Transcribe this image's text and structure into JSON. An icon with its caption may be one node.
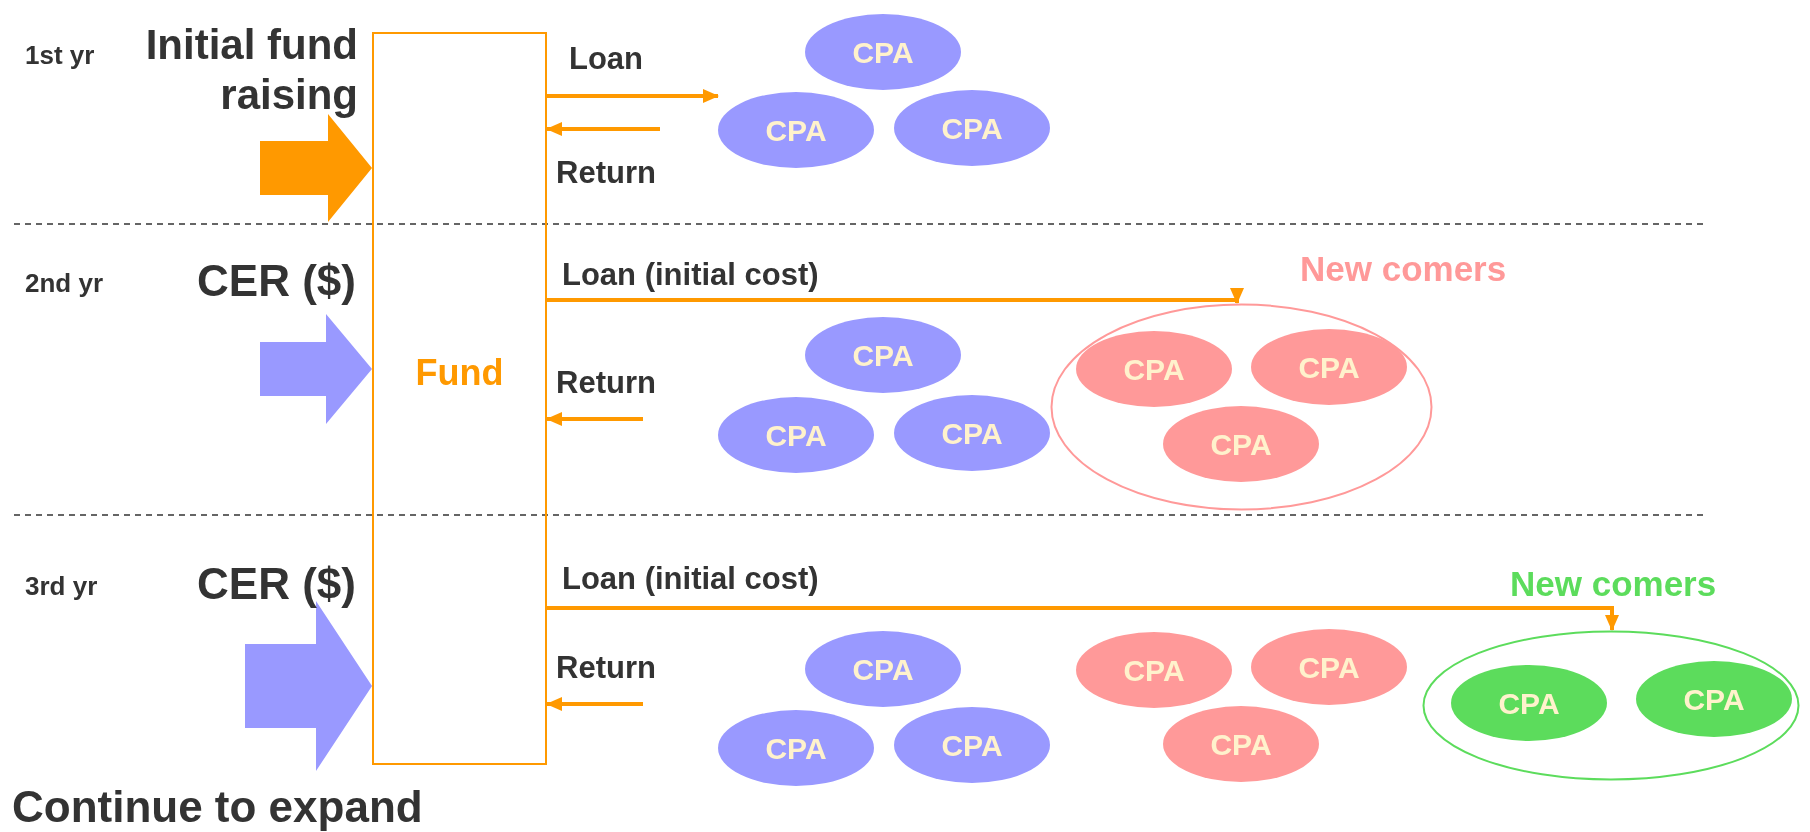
{
  "diagram": {
    "nodes": [
      {
        "text": [
          "Fund"
        ]
      },
      {
        "text": [
          "CPA"
        ]
      },
      {
        "text": [
          "CPA"
        ]
      },
      {
        "text": [
          "CPA"
        ]
      },
      {
        "text": [
          "CPA"
        ]
      },
      {
        "text": [
          "CPA"
        ]
      },
      {
        "text": [
          "CPA"
        ]
      },
      {
        "text": [
          "New comers"
        ]
      },
      {
        "text": [
          "CPA"
        ],
        "in": 7
      },
      {
        "text": [
          "CPA"
        ],
        "in": 7
      },
      {
        "text": [
          "CPA"
        ],
        "in": 7
      },
      {
        "text": [
          "CPA"
        ]
      },
      {
        "text": [
          "CPA"
        ]
      },
      {
        "text": [
          "CPA"
        ]
      },
      {
        "text": [
          "CPA"
        ]
      },
      {
        "text": [
          "CPA"
        ]
      },
      {
        "text": [
          "CPA"
        ]
      },
      {
        "text": [
          "New comers"
        ]
      },
      {
        "text": [
          "CPA"
        ],
        "in": 17
      },
      {
        "text": [
          "CPA"
        ],
        "in": 17
      }
    ],
    "edges": [
      {
        "from": null,
        "to": 0,
        "arrow": "to",
        "style": "thick",
        "label": "Initial fund raising"
      },
      {
        "from": 0,
        "to": 2,
        "arrow": "to",
        "label": "Loan"
      },
      {
        "from": null,
        "to": 0,
        "arrow": "to",
        "label": "Return"
      },
      {
        "from": null,
        "to": 0,
        "arrow": "to",
        "style": "thick",
        "color": "#9999ff",
        "label": "CER ($)"
      },
      {
        "from": 0,
        "to": 7,
        "arrow": "to",
        "label": "Loan (initial cost)"
      },
      {
        "from": null,
        "to": 0,
        "arrow": "to",
        "label": "Return"
      },
      {
        "from": null,
        "to": 0,
        "arrow": "to",
        "style": "thick",
        "color": "#9999ff",
        "label": "CER ($)"
      },
      {
        "from": 0,
        "to": 17,
        "arrow": "to",
        "label": "Loan (initial cost)"
      },
      {
        "from": null,
        "to": 0,
        "arrow": "to",
        "label": "Return"
      }
    ],
    "labels": [
      "1st yr",
      "2nd yr",
      "3rd yr",
      "Continue to expand"
    ]
  }
}
